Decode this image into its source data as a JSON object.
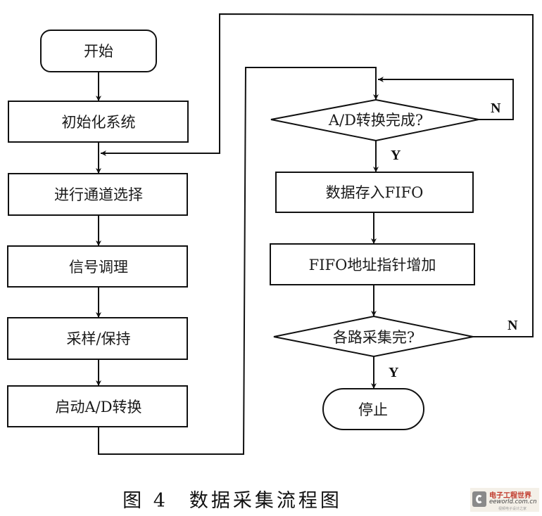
{
  "figure": {
    "caption_number": "图 4",
    "caption_title": "数据采集流程图"
  },
  "nodes": {
    "start": "开始",
    "init": "初始化系统",
    "channel_select": "进行通道选择",
    "signal_condition": "信号调理",
    "sample_hold": "采样/保持",
    "start_ad": "启动A/D转换",
    "ad_done": "A/D转换完成?",
    "store_fifo": "数据存入FIFO",
    "fifo_pointer": "FIFO地址指针增加",
    "all_done": "各路采集完?",
    "stop": "停止"
  },
  "edge_labels": {
    "ad_done_no": "N",
    "ad_done_yes": "Y",
    "all_done_no": "N",
    "all_done_yes": "Y"
  },
  "watermark": {
    "name_cn": "电子工程世界",
    "domain": "eeworld.com.cn",
    "tagline": "视频电子设计之家"
  },
  "colors": {
    "stroke": "#111111",
    "background": "#ffffff",
    "watermark_red": "#c0392b"
  }
}
